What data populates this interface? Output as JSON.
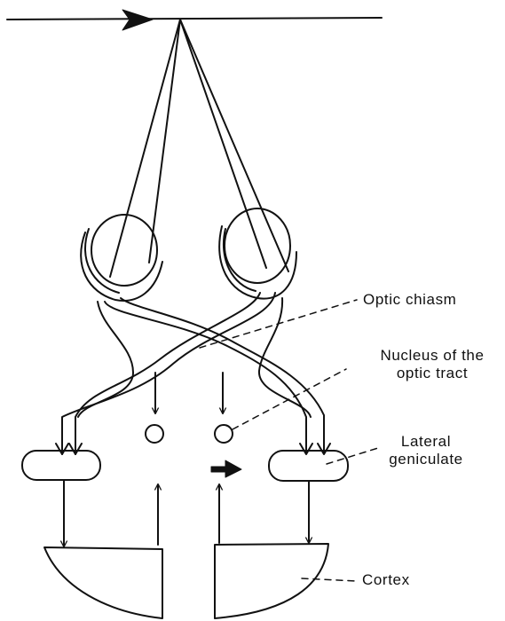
{
  "labels": {
    "optic_chiasm": "Optic chiasm",
    "nucleus_line1": "Nucleus of the",
    "nucleus_line2": "optic tract",
    "lateral_line1": "Lateral",
    "lateral_line2": "geniculate",
    "cortex": "Cortex"
  },
  "colors": {
    "ink": "#111111",
    "background": "#ffffff"
  }
}
